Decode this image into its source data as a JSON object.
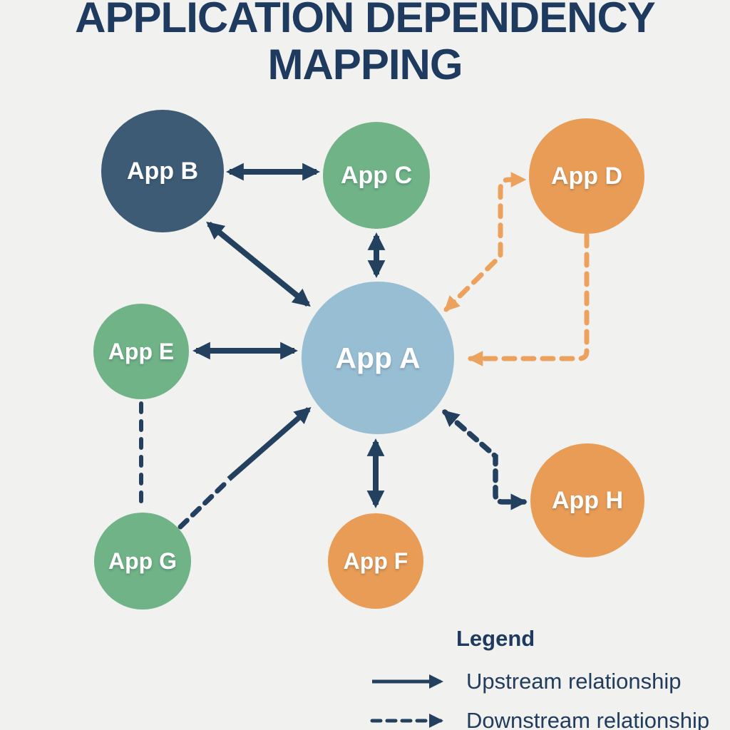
{
  "title": "APPLICATION DEPENDENCY MAPPING",
  "diagram": {
    "nodes": [
      {
        "id": "A",
        "label": "App A",
        "color": "#98bed4",
        "role": "central"
      },
      {
        "id": "B",
        "label": "App B",
        "color": "#3d5b75"
      },
      {
        "id": "C",
        "label": "App C",
        "color": "#6fb386"
      },
      {
        "id": "D",
        "label": "App D",
        "color": "#e99c55"
      },
      {
        "id": "E",
        "label": "App E",
        "color": "#6fb386"
      },
      {
        "id": "F",
        "label": "App F",
        "color": "#e99c55"
      },
      {
        "id": "G",
        "label": "App G",
        "color": "#6fb386"
      },
      {
        "id": "H",
        "label": "App H",
        "color": "#e99c55"
      }
    ],
    "edges": [
      {
        "from": "App B",
        "to": "App C",
        "type": "upstream",
        "style": "solid",
        "arrows": "both"
      },
      {
        "from": "App B",
        "to": "App A",
        "type": "upstream",
        "style": "solid",
        "arrows": "both"
      },
      {
        "from": "App C",
        "to": "App A",
        "type": "upstream",
        "style": "solid",
        "arrows": "both"
      },
      {
        "from": "App E",
        "to": "App A",
        "type": "upstream",
        "style": "solid",
        "arrows": "both"
      },
      {
        "from": "App A",
        "to": "App F",
        "type": "upstream",
        "style": "solid",
        "arrows": "both"
      },
      {
        "from": "App G",
        "to": "App A",
        "type": "upstream",
        "style": "dashed-then-solid",
        "arrows": "into-A"
      },
      {
        "from": "App E",
        "to": "App G",
        "type": "downstream",
        "style": "dashed",
        "arrows": "none"
      },
      {
        "from": "App A",
        "to": "App D",
        "type": "downstream",
        "style": "dashed-elbow",
        "color": "#eca25d",
        "arrows": "both"
      },
      {
        "from": "App D",
        "to": "App A",
        "type": "downstream",
        "style": "dashed-elbow",
        "color": "#eca25d",
        "arrows": "into-A"
      },
      {
        "from": "App A",
        "to": "App H",
        "type": "downstream",
        "style": "dashed-elbow",
        "color": "#24405f",
        "arrows": "both"
      }
    ]
  },
  "legend": {
    "title": "Legend",
    "items": [
      {
        "label": "Upstream relationship",
        "line_style": "solid"
      },
      {
        "label": "Downstream relationship",
        "line_style": "dashed"
      }
    ]
  },
  "colors": {
    "background": "#f1f1ef",
    "title_text": "#1e3a5e",
    "arrow_navy": "#24405f",
    "arrow_orange": "#eca25d",
    "node_navy": "#3d5b75",
    "node_green": "#6fb386",
    "node_orange": "#e99c55",
    "node_blue": "#98bed4",
    "node_text": "#ffffff"
  }
}
